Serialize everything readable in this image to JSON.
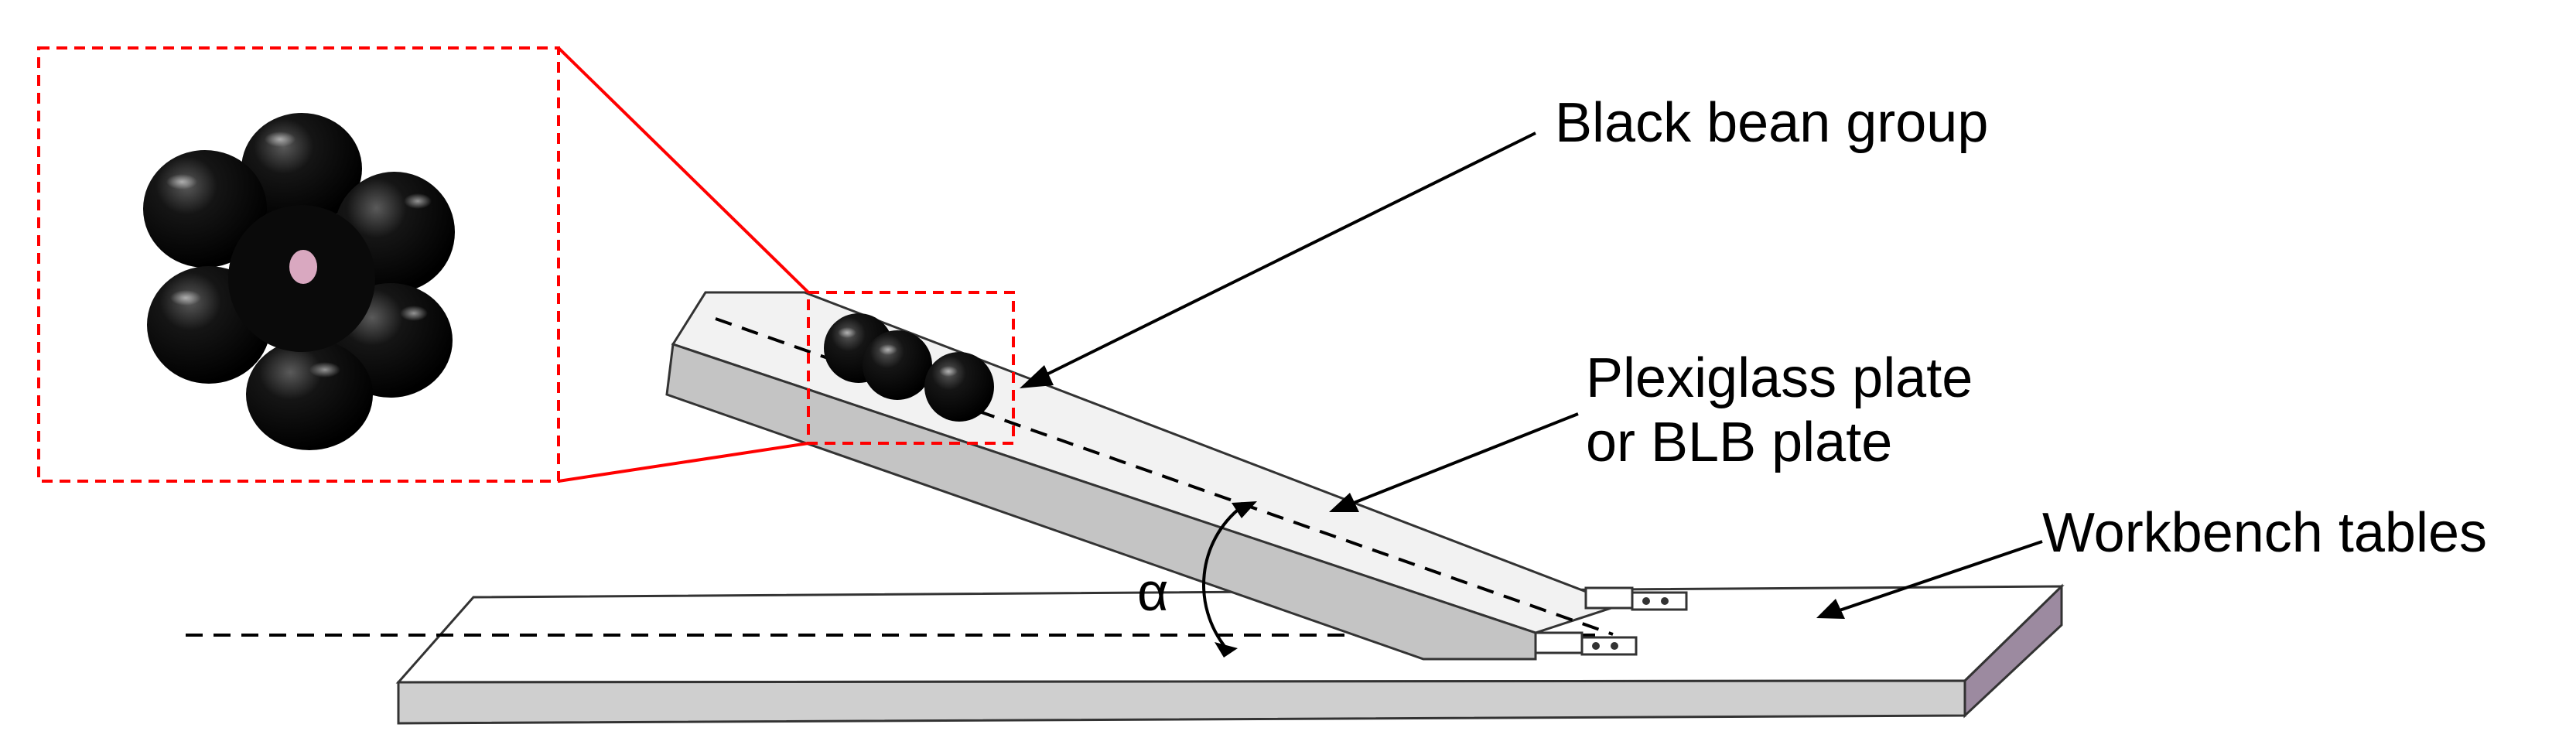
{
  "labels": {
    "black_bean_group": "Black bean  group",
    "plate_line1": "Plexiglass plate",
    "plate_line2": "or BLB plate",
    "workbench": "Workbench tables",
    "angle": "α"
  },
  "colors": {
    "highlight": "#ff0000",
    "bean": "#0b0b0b",
    "plate_top": "#f2f2f2",
    "plate_side": "#c4c4c4",
    "table_top": "#ffffff",
    "table_side": "#cfcfcf",
    "table_end": "#9c8aa0"
  }
}
